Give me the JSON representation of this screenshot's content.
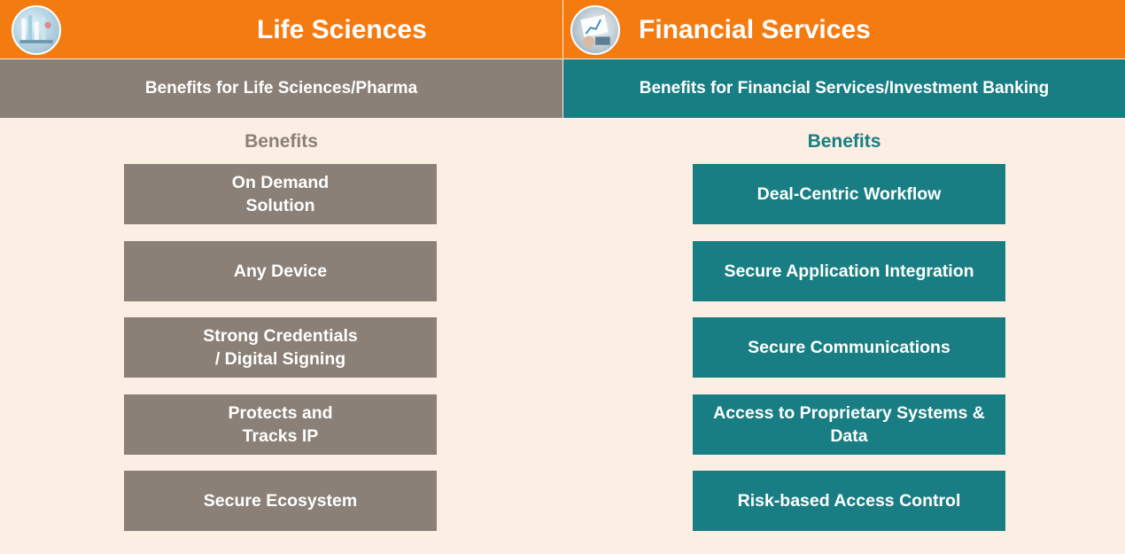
{
  "colors": {
    "orange_header": "#f47b10",
    "gray_theme": "#8b8077",
    "teal_theme": "#187e83",
    "background": "#fbeee2"
  },
  "left": {
    "icon": "lab-photo-icon",
    "title": "Life Sciences",
    "subtitle": "Benefits for Life Sciences/Pharma",
    "benefits_heading": "Benefits",
    "items": [
      "On Demand\nSolution",
      "Any Device",
      "Strong Credentials\n/ Digital Signing",
      "Protects and\nTracks IP",
      "Secure Ecosystem"
    ]
  },
  "right": {
    "icon": "finance-photo-icon",
    "title": "Financial Services",
    "subtitle": "Benefits for Financial Services/Investment Banking",
    "benefits_heading": "Benefits",
    "items": [
      "Deal-Centric Workflow",
      "Secure Application Integration",
      "Secure Communications",
      "Access to Proprietary Systems &\nData",
      "Risk-based Access Control"
    ]
  }
}
